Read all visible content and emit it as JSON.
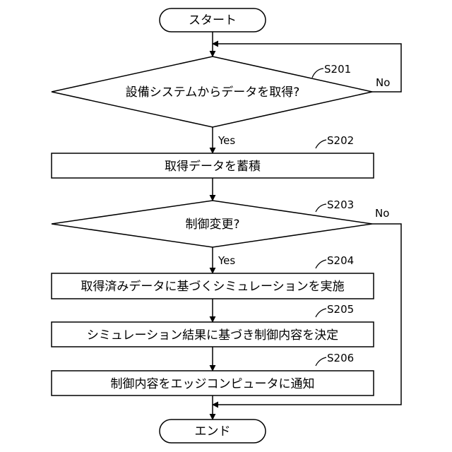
{
  "nodes": {
    "start": "スタート",
    "s201": "設備システムからデータを取得?",
    "s202": "取得データを蓄積",
    "s203": "制御変更?",
    "s204": "取得済みデータに基づくシミュレーションを実施",
    "s205": "シミュレーション結果に基づき制御内容を決定",
    "s206": "制御内容をエッジコンピュータに通知",
    "end": "エンド"
  },
  "step_ids": {
    "s201": "S201",
    "s202": "S202",
    "s203": "S203",
    "s204": "S204",
    "s205": "S205",
    "s206": "S206"
  },
  "branches": {
    "s201_yes": "Yes",
    "s201_no": "No",
    "s203_yes": "Yes",
    "s203_no": "No"
  }
}
